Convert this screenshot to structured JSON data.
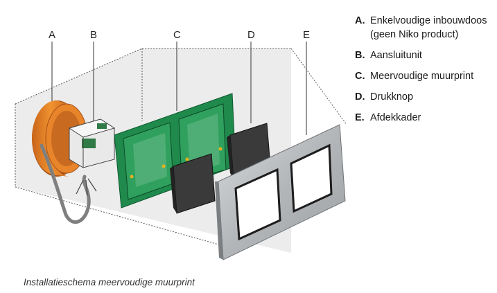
{
  "diagram": {
    "labels": [
      "A",
      "B",
      "C",
      "D",
      "E"
    ]
  },
  "legend": [
    {
      "key": "A.",
      "text": "Enkelvoudige inbouwdoos (geen Niko product)"
    },
    {
      "key": "B.",
      "text": "Aansluitunit"
    },
    {
      "key": "C.",
      "text": "Meervoudige muurprint"
    },
    {
      "key": "D.",
      "text": "Drukknop"
    },
    {
      "key": "E.",
      "text": "Afdekkader"
    }
  ],
  "caption": "Installatieschema meervoudige muurprint",
  "colors": {
    "box_orange": "#e07a1e",
    "pcb_green": "#1f8a4c",
    "button_dark": "#3a3a3a",
    "frame_aluminium": "#b9bcbf",
    "wall_grey": "#d9d9d9"
  }
}
